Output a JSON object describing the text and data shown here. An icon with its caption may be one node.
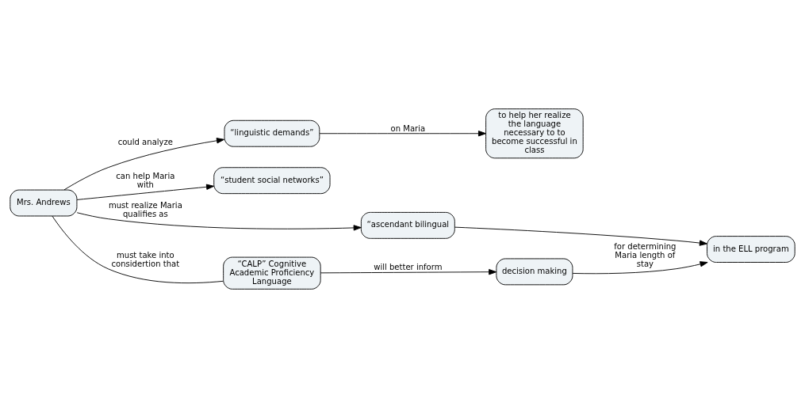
{
  "diagram": {
    "nodes": [
      {
        "text": [
          "Mrs. Andrews"
        ]
      },
      {
        "text": [
          "“linguistic demands”"
        ]
      },
      {
        "text": [
          "to help her realize the language necessary to to become successful in class"
        ]
      },
      {
        "text": [
          "“student social networks”"
        ]
      },
      {
        "text": [
          "“ascendant bilingual"
        ]
      },
      {
        "text": [
          "“CALP” Cognitive Academic Proficiency Language"
        ]
      },
      {
        "text": [
          "decision making"
        ]
      },
      {
        "text": [
          "in the ELL program"
        ]
      }
    ],
    "edges": [
      {
        "from": 0,
        "to": 1,
        "arrow": "to",
        "label": "could analyze"
      },
      {
        "from": 1,
        "to": 2,
        "arrow": "to",
        "label": "on Maria"
      },
      {
        "from": 0,
        "to": 3,
        "arrow": "to",
        "label": "can help Maria with"
      },
      {
        "from": 0,
        "to": 4,
        "arrow": "to",
        "label": "must realize Maria qualifies as"
      },
      {
        "from": 0,
        "to": 5,
        "arrow": "none",
        "label": "must take into considertion that"
      },
      {
        "from": 5,
        "to": 6,
        "arrow": "to",
        "label": "will better inform"
      },
      {
        "from": 4,
        "to": 7,
        "arrow": "to"
      },
      {
        "from": 6,
        "to": 7,
        "arrow": "to",
        "label": "for determining Maria length of stay"
      }
    ]
  }
}
